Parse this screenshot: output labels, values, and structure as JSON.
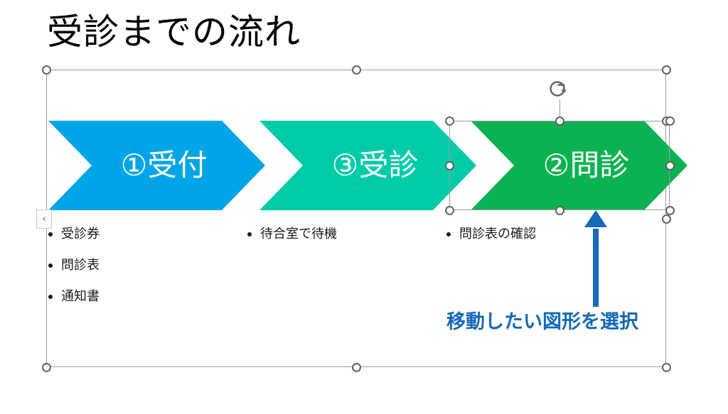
{
  "slide": {
    "title": "受診までの流れ"
  },
  "process": {
    "steps": [
      {
        "label": "①受付",
        "color": "#00A5E8",
        "selected": false
      },
      {
        "label": "③受診",
        "color": "#00CBA9",
        "selected": false
      },
      {
        "label": "②問診",
        "color": "#0BB251",
        "selected": true
      }
    ]
  },
  "bullets": {
    "columns": [
      {
        "items": [
          "受診券",
          "問診表",
          "通知書"
        ]
      },
      {
        "items": [
          "待合室で待機"
        ]
      },
      {
        "items": [
          "問診表の確認"
        ]
      }
    ]
  },
  "annotation": {
    "text": "移動したい図形を選択",
    "color": "#1569B7",
    "arrow_direction": "up"
  },
  "selection": {
    "handle_color": "#636363",
    "frame_color": "#9a9a9a",
    "rotate_handle_name": "rotate-handle"
  },
  "outline_toggle": {
    "glyph": "‹"
  }
}
